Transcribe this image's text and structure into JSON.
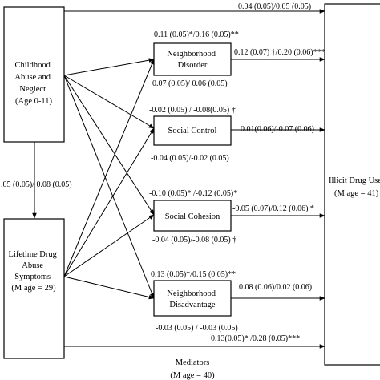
{
  "nodes": {
    "abuse": {
      "lines": [
        "Childhood",
        "Abuse and",
        "Neglect",
        "(Age 0-11)"
      ]
    },
    "lifetime": {
      "lines": [
        "Lifetime Drug",
        "Abuse",
        "Symptoms",
        "(M age = 29)"
      ]
    },
    "neighborhood_disorder": {
      "lines": [
        "Neighborhood",
        "Disorder"
      ]
    },
    "social_control": {
      "lines": [
        "Social Control"
      ]
    },
    "social_cohesion": {
      "lines": [
        "Social Cohesion"
      ]
    },
    "neighborhood_disadvantage": {
      "lines": [
        "Neighborhood",
        "Disadvantage"
      ]
    },
    "illicit": {
      "lines": [
        "Illicit Drug Use",
        "(M age = 41)"
      ]
    }
  },
  "edge_labels": {
    "abuse_to_illicit": "0.04 (0.05)/0.05 (0.05)",
    "to_disorder": "0.11 (0.05)*/0.16 (0.05)**",
    "disorder_to_illicit": "0.12 (0.07) †/0.20 (0.06)***",
    "below_disorder": "0.07 (0.05)/ 0.06 (0.05)",
    "to_control": "-0.02 (0.05) / -0.08(0.05) †",
    "control_to_illicit": "0.01(0.06)/-0.07 (0.06)",
    "below_control": "-0.04 (0.05)/-0.02 (0.05)",
    "abuse_to_lifetime": ".05 (0.05)/ 0.08 (0.05)",
    "to_cohesion": "-0.10 (0.05)* /-0.12 (0.05)*",
    "cohesion_to_illicit": "-0.05 (0.07)/0.12 (0.06) *",
    "below_cohesion": "-0.04 (0.05)/-0.08 (0.05) †",
    "to_disadvantage": "0.13 (0.05)*/0.15 (0.05)**",
    "disadvantage_to_illicit": "0.08 (0.06)/0.02 (0.06)",
    "below_disadvantage": "-0.03 (0.05) / -0.03 (0.05)",
    "lifetime_to_illicit": "0.13(0.05)* /0.28 (0.05)***"
  },
  "footer": {
    "mediators": "Mediators",
    "mediators_age": "(M age = 40)"
  }
}
